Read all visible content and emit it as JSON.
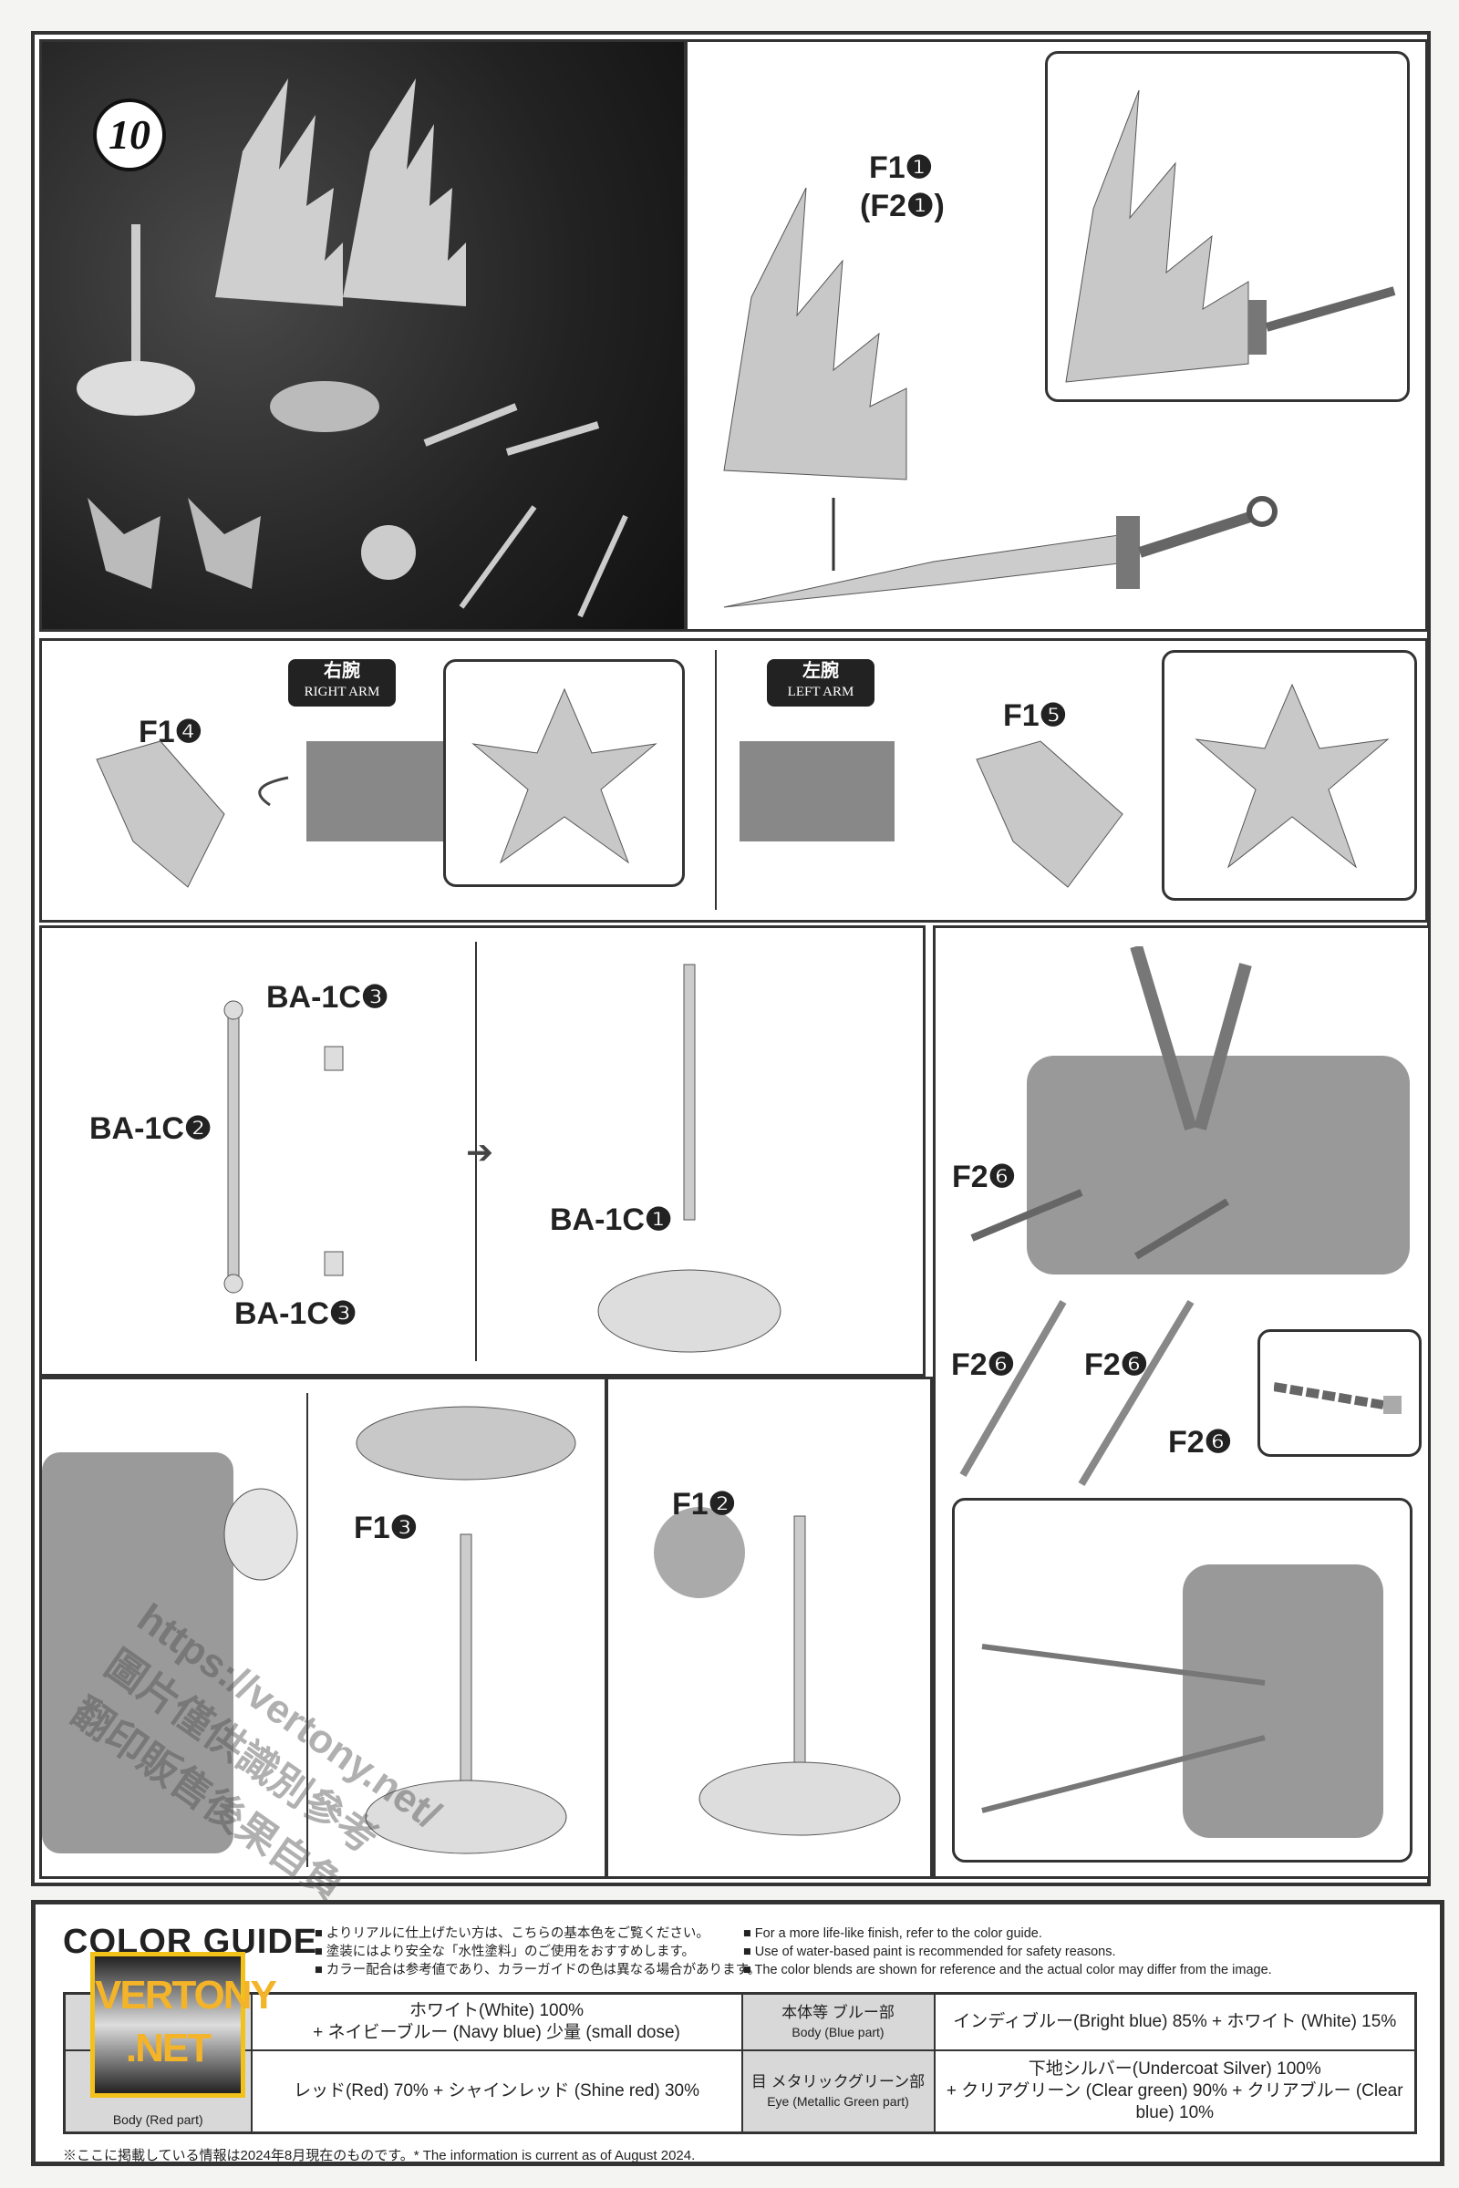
{
  "step_number": "10",
  "top": {
    "part_label": "F1❶",
    "alt_part_label": "(F2❶)"
  },
  "arms": {
    "right": {
      "badge_jp": "右腕",
      "badge_en": "RIGHT ARM",
      "part_label": "F1❹"
    },
    "left": {
      "badge_jp": "左腕",
      "badge_en": "LEFT ARM",
      "part_label": "F1❺"
    }
  },
  "stand": {
    "label_top": "BA-1C❸",
    "label_rod": "BA-1C❷",
    "label_bottom": "BA-1C❸",
    "label_base": "BA-1C❶"
  },
  "chain": {
    "labels": [
      "F2❻",
      "F2❻",
      "F2❻",
      "F2❻"
    ]
  },
  "effects": {
    "flame_label": "F1❸",
    "orb_label": "F1❷"
  },
  "watermark": {
    "url": "https://vertony.net/",
    "line2": "圖片僅供識別參考",
    "line3": "翻印販售後果自負"
  },
  "logo": {
    "line1": "VERTONY",
    "line2": ".NET"
  },
  "color_guide": {
    "title": "COLOR GUIDE",
    "notes_jp": [
      "よりリアルに仕上げたい方は、こちらの基本色をご覧ください。",
      "塗装にはより安全な「水性塗料」のご使用をおすすめします。",
      "カラー配合は参考値であり、カラーガイドの色は異なる場合があります。"
    ],
    "notes_en": [
      "For a more life-like finish, refer to the color guide.",
      "Use of water-based paint is recommended for safety reasons.",
      "The color blends are shown for reference and the actual color may differ from the image."
    ],
    "rows": [
      {
        "part_en": "",
        "mix_line1": "ホワイト(White) 100%",
        "mix_line2": "+ ネイビーブルー (Navy blue) 少量 (small dose)",
        "part2_jp": "本体等 ブルー部",
        "part2_en": "Body (Blue part)",
        "mix2_line1": "インディブルー(Bright blue) 85% + ホワイト (White) 15%",
        "mix2_line2": ""
      },
      {
        "part_en": "Body (Red part)",
        "mix_line1": "レッド(Red) 70% + シャインレッド (Shine red) 30%",
        "mix_line2": "",
        "part2_jp": "目 メタリックグリーン部",
        "part2_en": "Eye (Metallic Green part)",
        "mix2_line1": "下地シルバー(Undercoat Silver) 100%",
        "mix2_line2": "+ クリアグリーン (Clear green) 90% + クリアブルー (Clear blue) 10%"
      }
    ],
    "footer": "※ここに掲載している情報は2024年8月現在のものです。* The information is current as of August 2024."
  }
}
